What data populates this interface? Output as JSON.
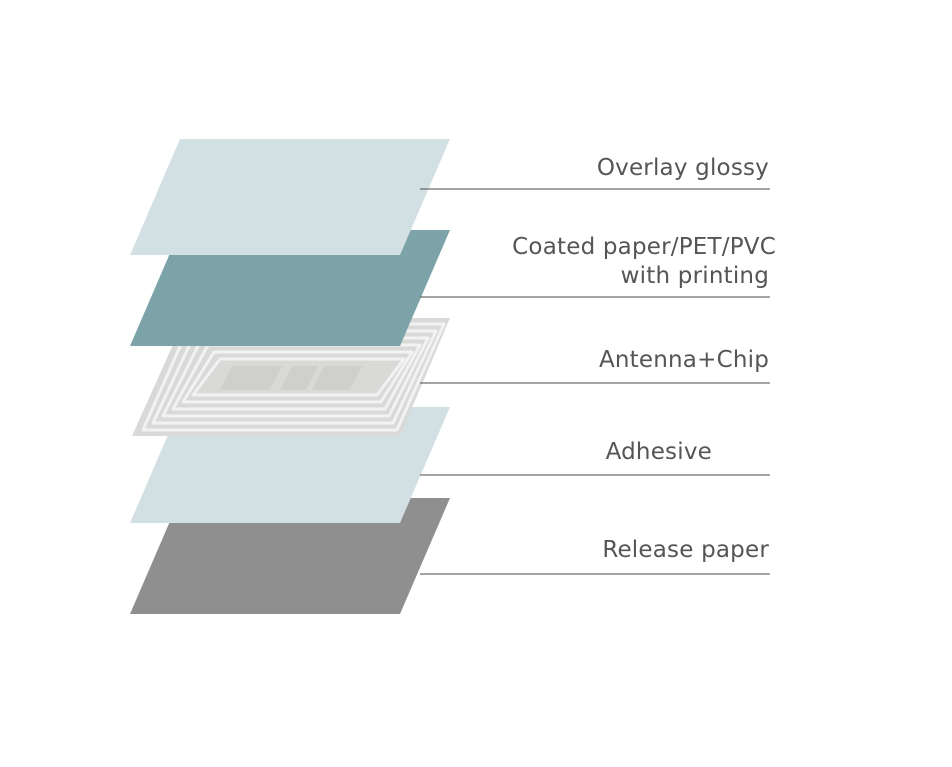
{
  "diagram": {
    "layers": [
      {
        "id": "overlay",
        "label_lines": [
          "Overlay glossy"
        ],
        "color": "#d3e0e3"
      },
      {
        "id": "coated",
        "label_lines": [
          "Coated paper/PET/PVC",
          "with printing"
        ],
        "color": "#7ba3a8"
      },
      {
        "id": "antenna",
        "label_lines": [
          "Antenna+Chip"
        ],
        "color": "#d9d9d7"
      },
      {
        "id": "adhesive",
        "label_lines": [
          "Adhesive"
        ],
        "color": "#d3e0e3"
      },
      {
        "id": "release",
        "label_lines": [
          "Release paper"
        ],
        "color": "#8f8f8f"
      }
    ],
    "colors": {
      "text": "#555555",
      "leader_line": "#4a4a4a",
      "antenna_trace": "#f2f2f2",
      "chip": "#cfcfcd"
    }
  }
}
